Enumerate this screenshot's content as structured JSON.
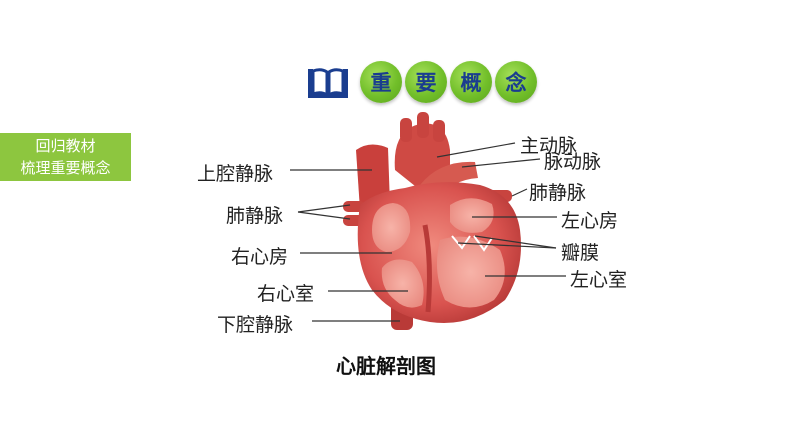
{
  "side_tag": {
    "line1": "回归教材",
    "line2": "梳理重要概念"
  },
  "header": {
    "chars": [
      "重",
      "要",
      "概",
      "念"
    ],
    "icon": "book-icon"
  },
  "labels": {
    "svc": "上腔静脉",
    "pv_left": "肺静脉",
    "ra": "右心房",
    "rv": "右心室",
    "ivc": "下腔静脉",
    "aorta": "主动脉",
    "pa": "脉动脉",
    "pv_right": "肺静脉",
    "la": "左心房",
    "valve": "瓣膜",
    "lv": "左心室"
  },
  "caption": "心脏解剖图",
  "colors": {
    "tag_green": "#8dc63f",
    "pill_green": "#72bf2a",
    "header_blue": "#1a3d8f",
    "heart_red": "#d9534f"
  }
}
